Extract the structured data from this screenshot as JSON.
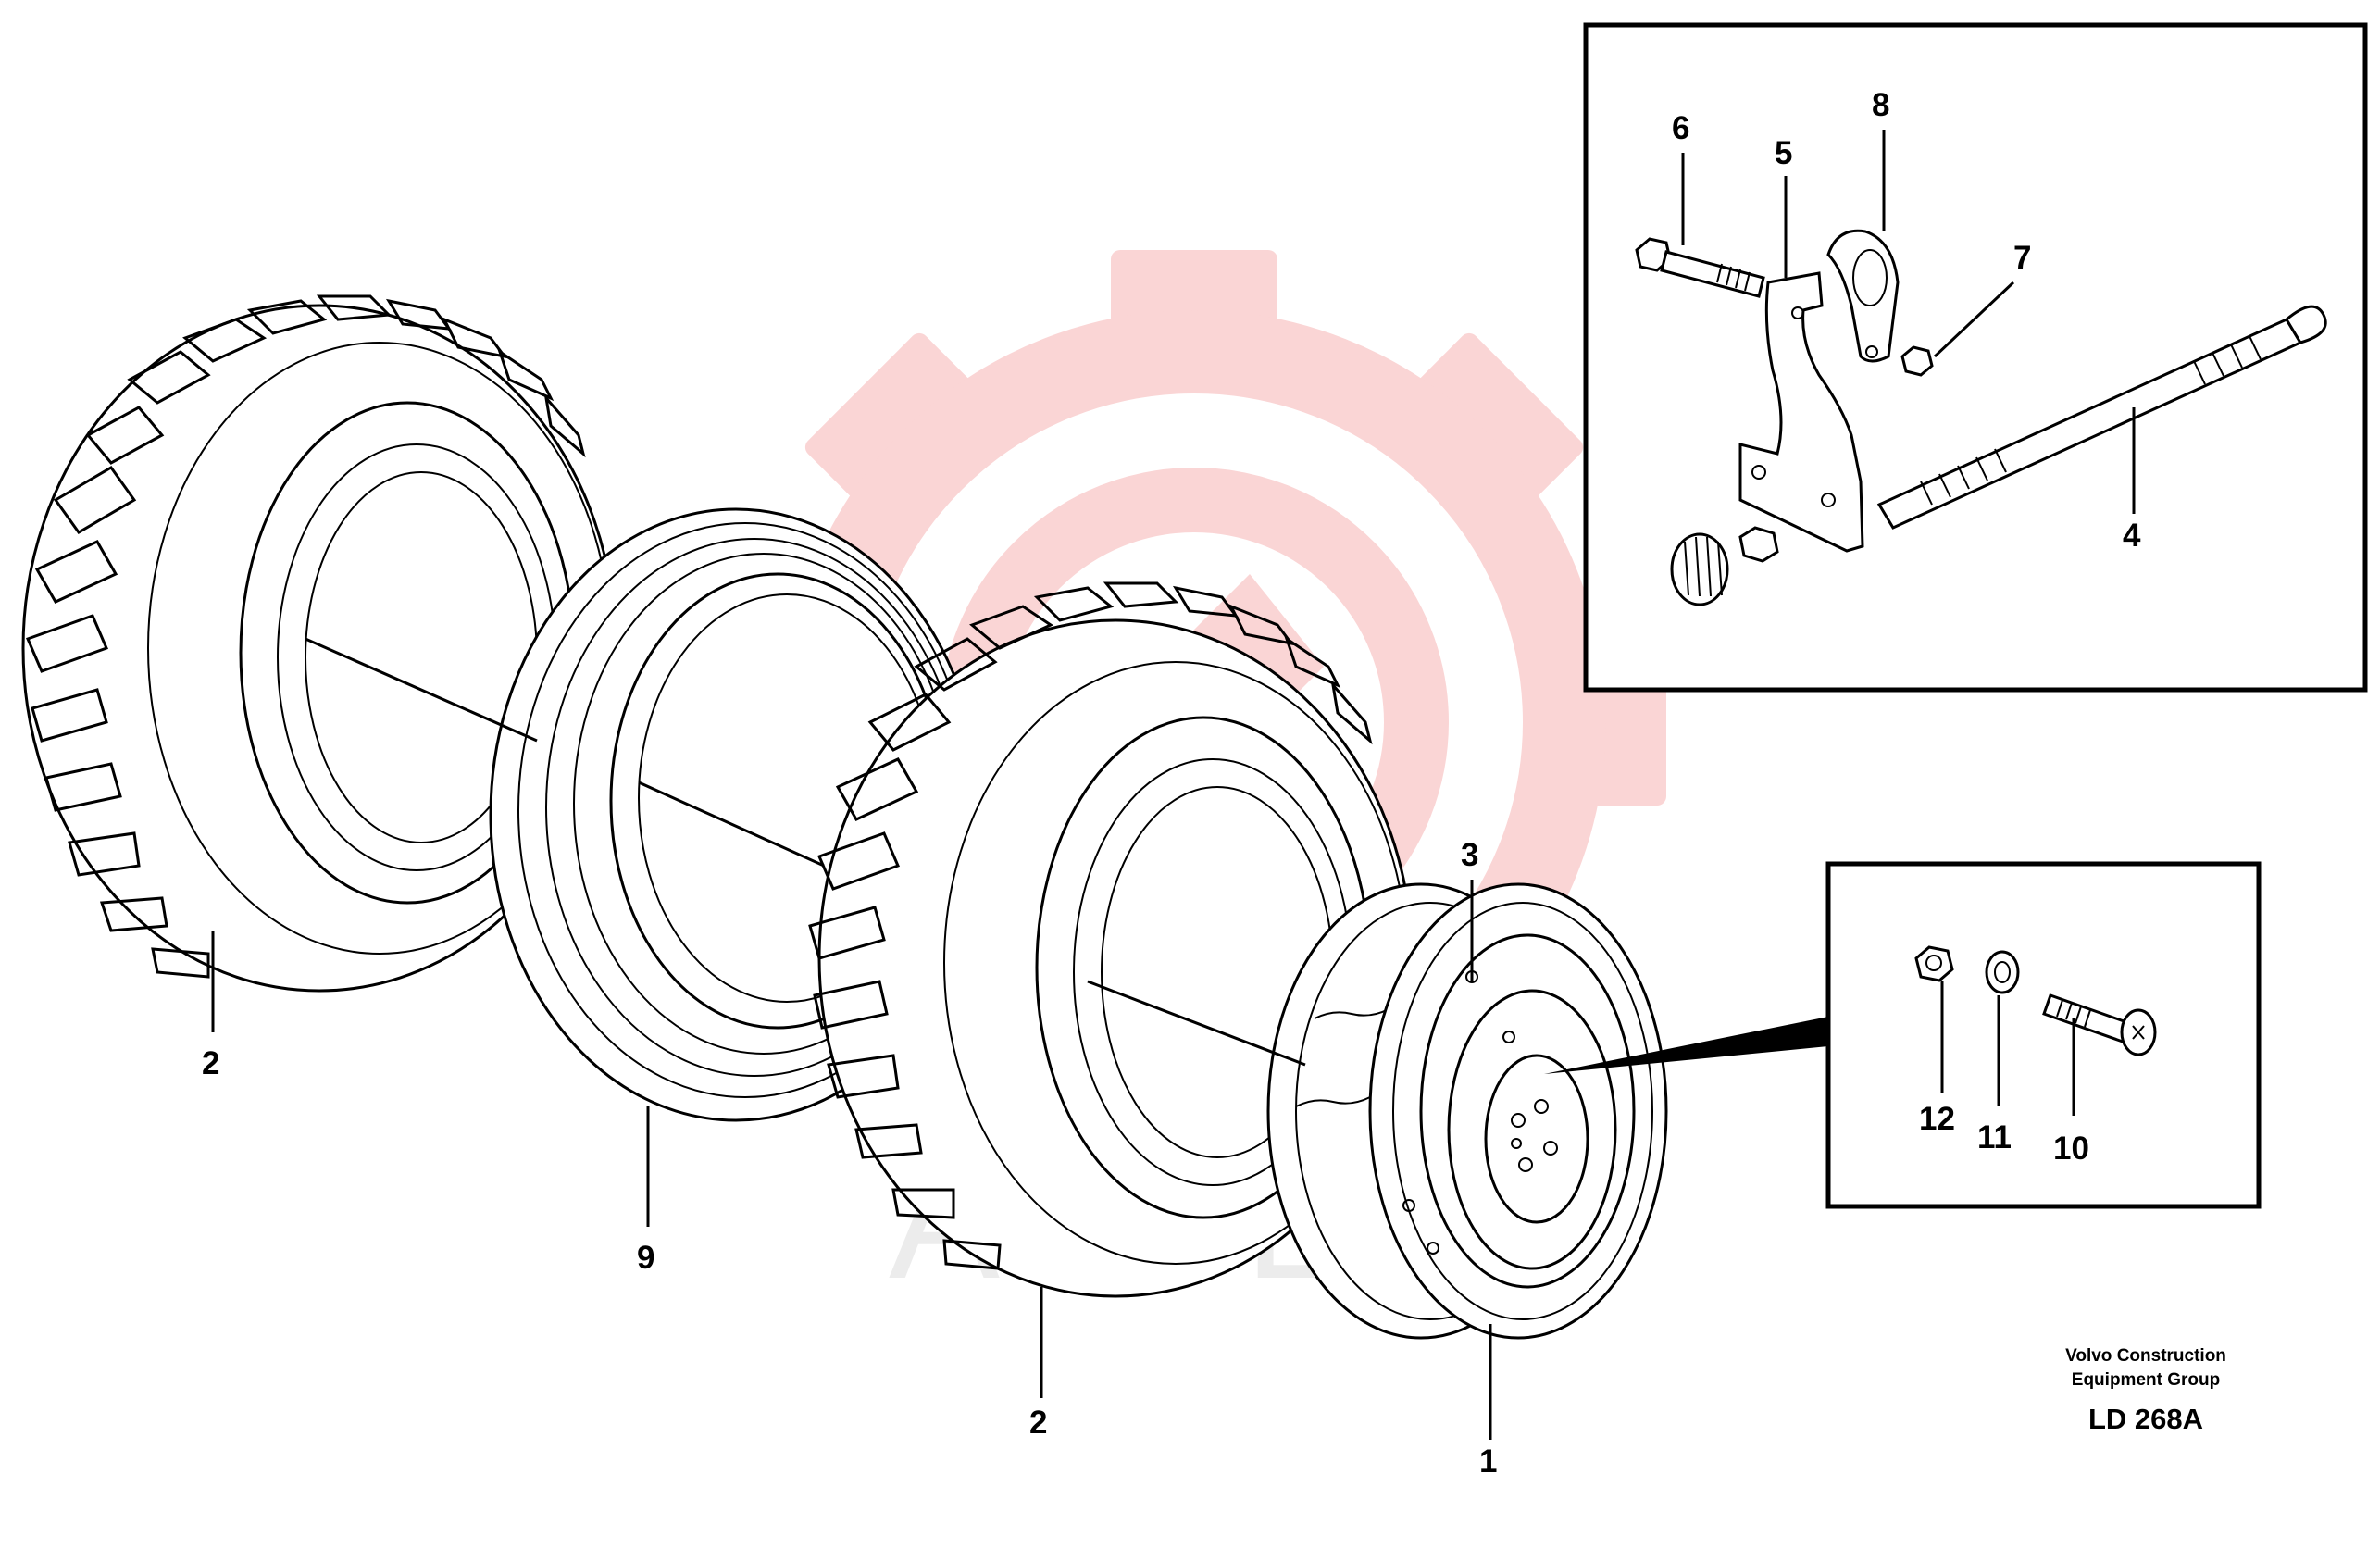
{
  "watermark": {
    "text": "АНТЕК",
    "color": "#f7b3b3"
  },
  "callouts": {
    "c1": "1",
    "c2a": "2",
    "c2b": "2",
    "c3": "3",
    "c4": "4",
    "c5": "5",
    "c6": "6",
    "c7": "7",
    "c8": "8",
    "c9": "9",
    "c10": "10",
    "c11": "11",
    "c12": "12"
  },
  "caption": {
    "line1": "Volvo Construction",
    "line2": "Equipment Group",
    "drawing_number": "LD 268A"
  }
}
